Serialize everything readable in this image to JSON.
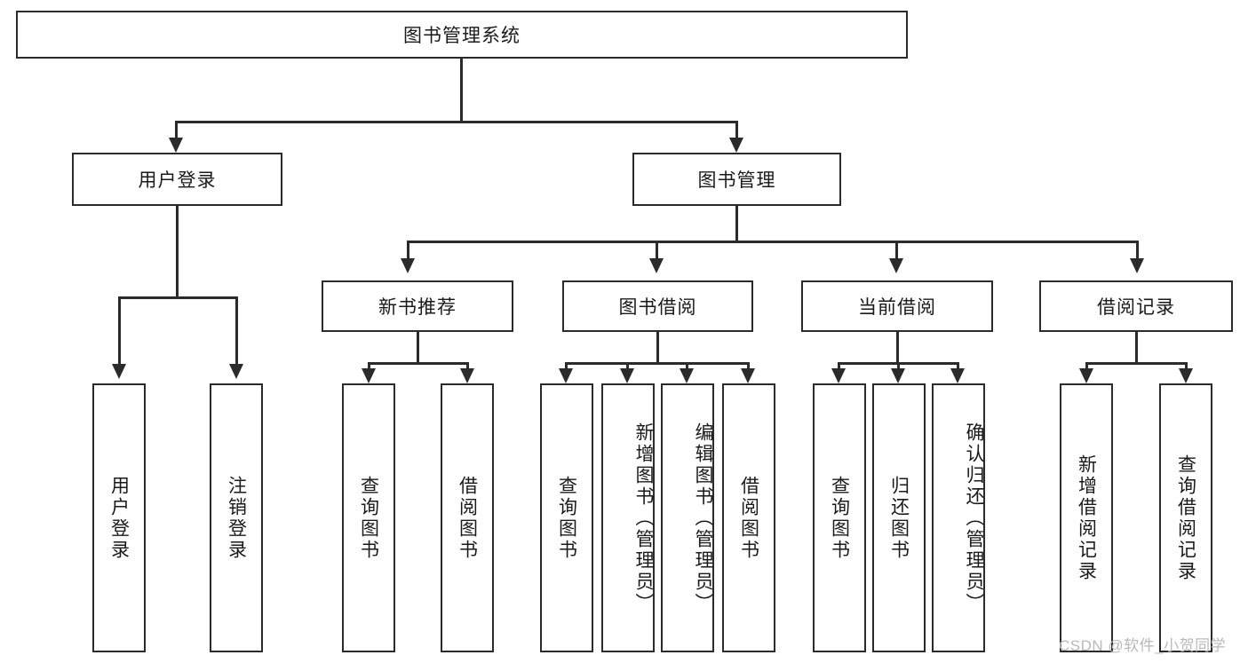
{
  "diagram": {
    "title": "图书管理系统",
    "type": "tree-hierarchy",
    "root": {
      "label": "图书管理系统",
      "children": [
        {
          "label": "用户登录",
          "children": [
            {
              "label": "用户登录"
            },
            {
              "label": "注销登录"
            }
          ]
        },
        {
          "label": "图书管理",
          "children": [
            {
              "label": "新书推荐",
              "children": [
                {
                  "label": "查询图书"
                },
                {
                  "label": "借阅图书"
                }
              ]
            },
            {
              "label": "图书借阅",
              "children": [
                {
                  "label": "查询图书"
                },
                {
                  "label": "新增图书（管理员）"
                },
                {
                  "label": "编辑图书（管理员）"
                },
                {
                  "label": "借阅图书"
                }
              ]
            },
            {
              "label": "当前借阅",
              "children": [
                {
                  "label": "查询图书"
                },
                {
                  "label": "归还图书"
                },
                {
                  "label": "确认归还（管理员）"
                }
              ]
            },
            {
              "label": "借阅记录",
              "children": [
                {
                  "label": "新增借阅记录"
                },
                {
                  "label": "查询借阅记录"
                }
              ]
            }
          ]
        }
      ]
    }
  },
  "watermark": {
    "text": "CSDN @软件_小贺同学"
  },
  "colors": {
    "stroke": "#2b2b2b",
    "background": "#ffffff",
    "text": "#1a1a1a",
    "watermark": "#b9b9b9"
  }
}
